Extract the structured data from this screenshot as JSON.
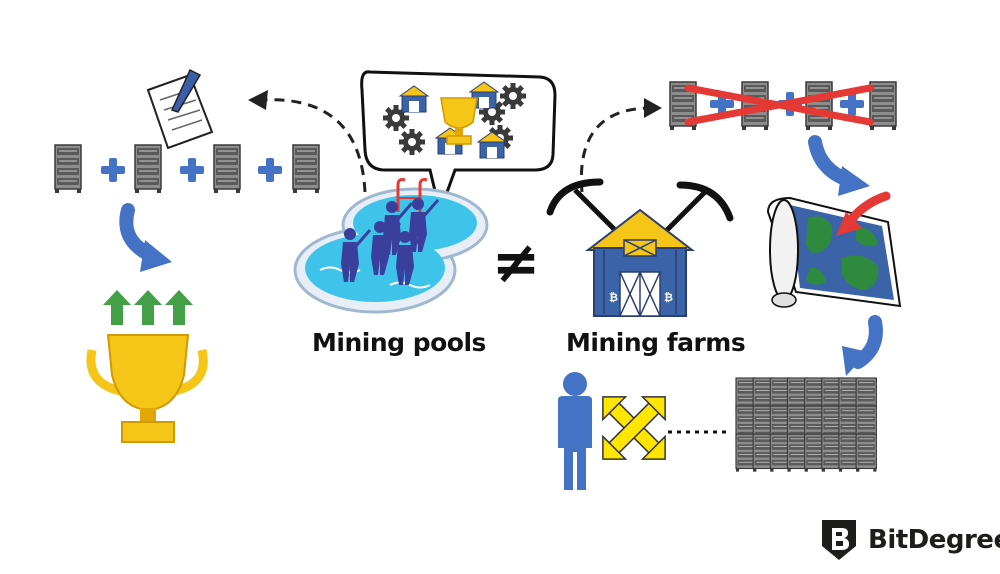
{
  "labels": {
    "pools": "Mining pools",
    "farms": "Mining farms",
    "not_equal": "≠"
  },
  "brand": {
    "name": "BitDegree"
  },
  "colors": {
    "blue": "#4472c4",
    "red": "#e53935",
    "gold": "#f5c518",
    "green": "#43a047",
    "water": "#3ec4ea",
    "navy": "#3b3f9c",
    "yellow": "#ffe600"
  }
}
